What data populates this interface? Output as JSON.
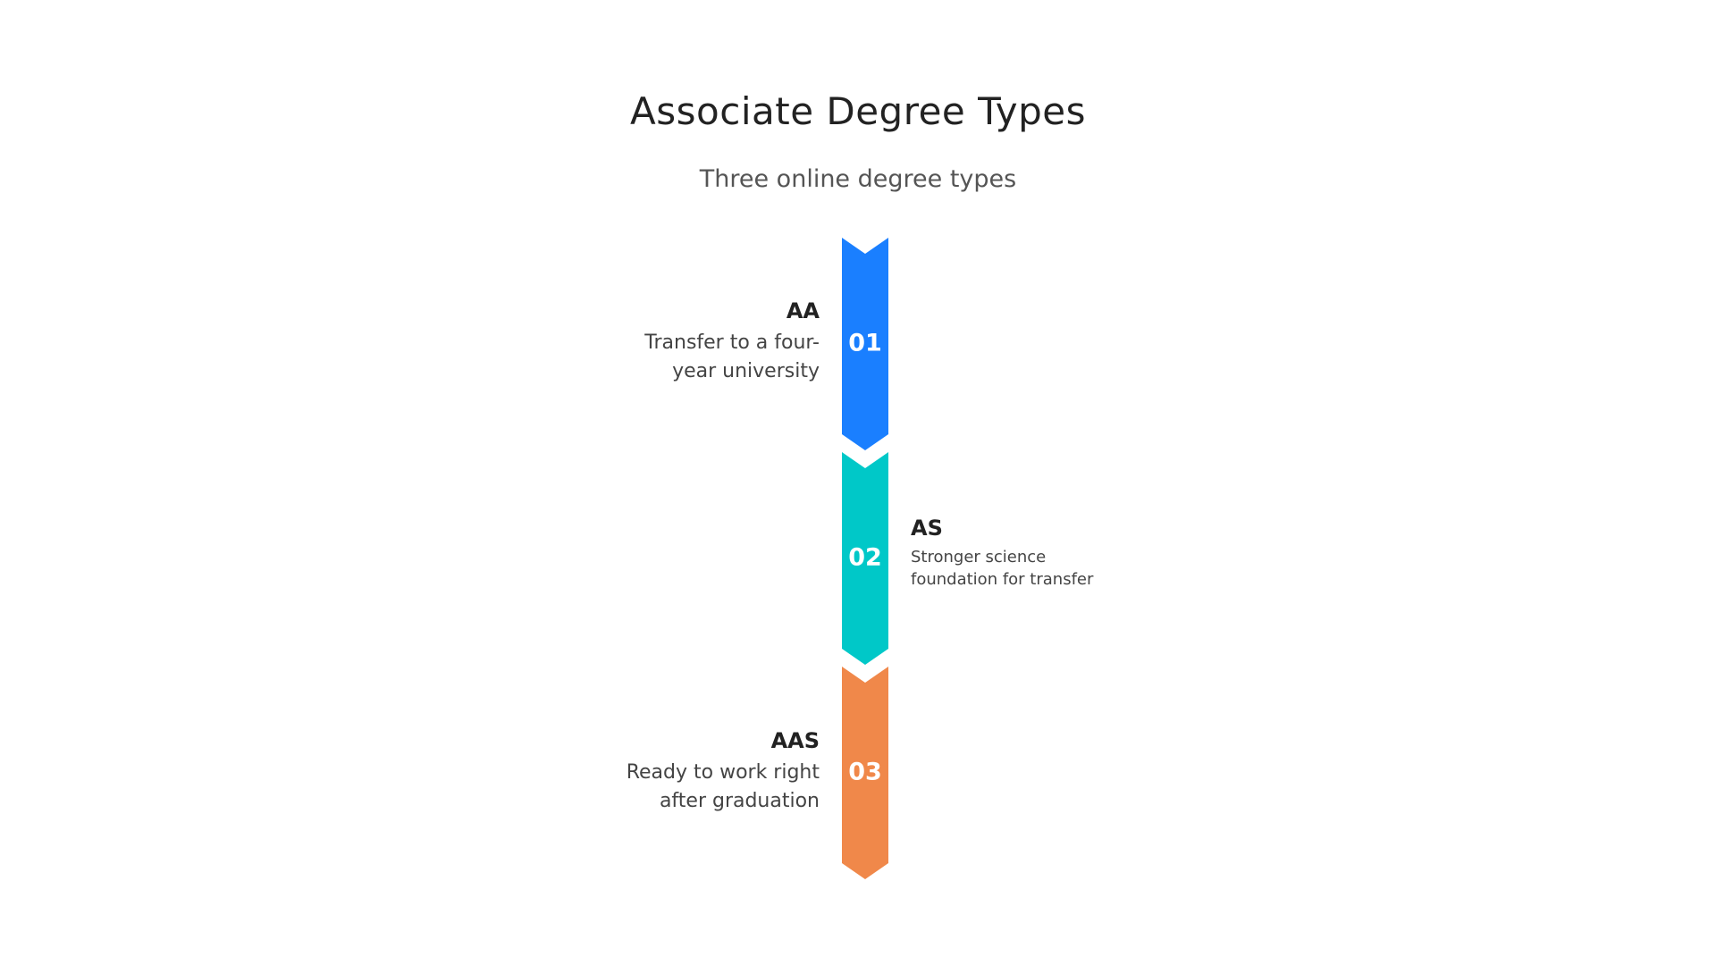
{
  "title": "Associate Degree Types",
  "subtitle": "Three online degree types",
  "steps": [
    {
      "number": "01",
      "title": "AA",
      "description": "Transfer to a four-year university",
      "color": "#1A7FFF",
      "side": "left"
    },
    {
      "number": "02",
      "title": "AS",
      "description": "Stronger science foundation for transfer",
      "color": "#00C8C8",
      "side": "right"
    },
    {
      "number": "03",
      "title": "AAS",
      "description": "Ready to work right after graduation",
      "color": "#F0884A",
      "side": "left"
    }
  ]
}
